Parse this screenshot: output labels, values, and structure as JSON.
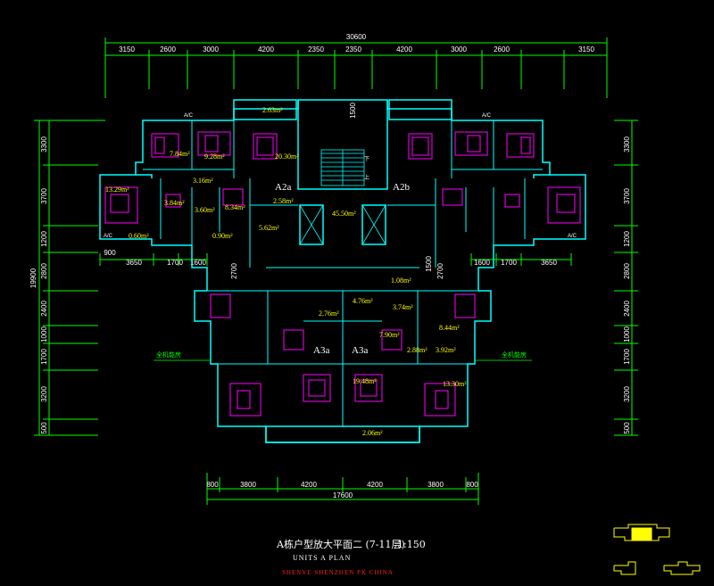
{
  "dimensions": {
    "top_total": "30600",
    "top_segments": [
      "3150",
      "2600",
      "3000",
      "4200",
      "2350",
      "2350",
      "4200",
      "3000",
      "2600",
      "3150"
    ],
    "bottom_total": "17600",
    "bottom_segments": [
      "800",
      "3800",
      "4200",
      "4200",
      "3800",
      "800"
    ],
    "left_total": "19900",
    "left_segments": [
      "3300",
      "3700",
      "1200",
      "2800",
      "2400",
      "1000",
      "1700",
      "3200",
      "500"
    ],
    "right_segments": [
      "3300",
      "3700",
      "1200",
      "2800",
      "2400",
      "1000",
      "1700",
      "3200",
      "500"
    ],
    "mid_left": [
      "3650",
      "1700",
      "1600"
    ],
    "mid_right": [
      "1600",
      "1700",
      "3650"
    ],
    "misc": {
      "d900": "900",
      "d2700": "2700",
      "d1500a": "1500",
      "d1500b": "1500",
      "d2700b": "2700"
    }
  },
  "areas": {
    "balcony_top": "2.63m²",
    "a1": "7.84m²",
    "a2": "9.28m²",
    "a3": "20.30m²",
    "a4": "13.29m²",
    "a5": "3.16m²",
    "a6": "3.84m²",
    "a7": "3.60m²",
    "a8": "8.34m²",
    "a9": "2.58m²",
    "a10": "45.50m²",
    "a11": "0.60m²",
    "a12": "0.90m²",
    "a13": "5.62m²",
    "a14": "1.08m²",
    "a15": "4.76m²",
    "a16": "3.74m²",
    "a17": "2.76m²",
    "a18": "7.90m²",
    "a19": "8.44m²",
    "a20": "2.88m²",
    "a21": "3.92m²",
    "a22": "19.48m²",
    "a23": "13.30m²",
    "balcony_bottom": "2.06m²"
  },
  "units": {
    "a2a": "A2a",
    "a2b": "A2b",
    "a3a_left": "A3a",
    "a3a_right": "A3a"
  },
  "stair": {
    "down": "下",
    "up": "上"
  },
  "notes": {
    "ac_left": "全机能房",
    "ac_right": "全机能房",
    "ac_tag": "A/C"
  },
  "title": {
    "main": "A栋户型放大平面二 (7-11层)",
    "scale": "1:150",
    "subtitle": "UNITS A PLAN",
    "credit": "SHENYE SHENZHEN PK CHINA"
  },
  "colors": {
    "wall": "#00ffff",
    "furniture": "#ff00ff",
    "dimension": "#00ff00",
    "area_text": "#ffff00",
    "keyplan": "#ffff00"
  }
}
